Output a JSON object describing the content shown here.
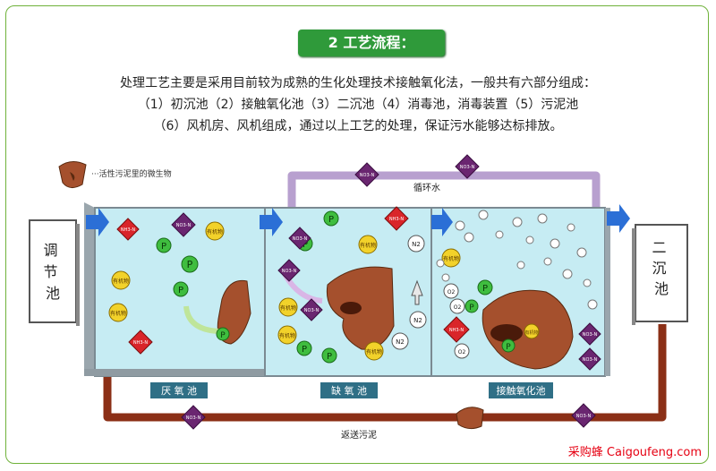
{
  "title": "2 工艺流程：",
  "intro": {
    "line1": "处理工艺主要是采用目前较为成熟的生化处理技术接触氧化法，一般共有六部分组成：",
    "line2": "（1）初沉池（2）接触氧化池（3）二沉池（4）消毒池，消毒装置（5）污泥池",
    "line3": "（6）风机房、风机组成，通过以上工艺的处理，保证污水能够达标排放。"
  },
  "legend": {
    "text": "···活性污泥里的微生物"
  },
  "boxes": {
    "left": "调节池",
    "right": "二沉池"
  },
  "tanks": [
    {
      "label": "厌 氧 池"
    },
    {
      "label": "缺 氧 池"
    },
    {
      "label": "接触氧化池"
    }
  ],
  "pipes": {
    "recycle_label": "循环水",
    "return_label": "返送污泥"
  },
  "symbols": {
    "phosphorus": "P",
    "organic": "有机物",
    "nh3": "NH3-N",
    "no3": "NO3-N",
    "n2": "N2",
    "o2": "O2"
  },
  "colors": {
    "badge": "#2f9a3a",
    "frame": "#6fb23a",
    "tank_water": "#c6ecf3",
    "pipe": "#8b2f16",
    "recycle_pipe": "#b8a0cf",
    "arrow": "#2b6fd6",
    "diamond_red": "#d9252a",
    "diamond_purple": "#6a2670",
    "phosphorus": "#3fbd3f",
    "organic": "#f2d22a",
    "microbe": "#a5502d"
  },
  "watermark": "采购蜂 Caigoufeng.com"
}
